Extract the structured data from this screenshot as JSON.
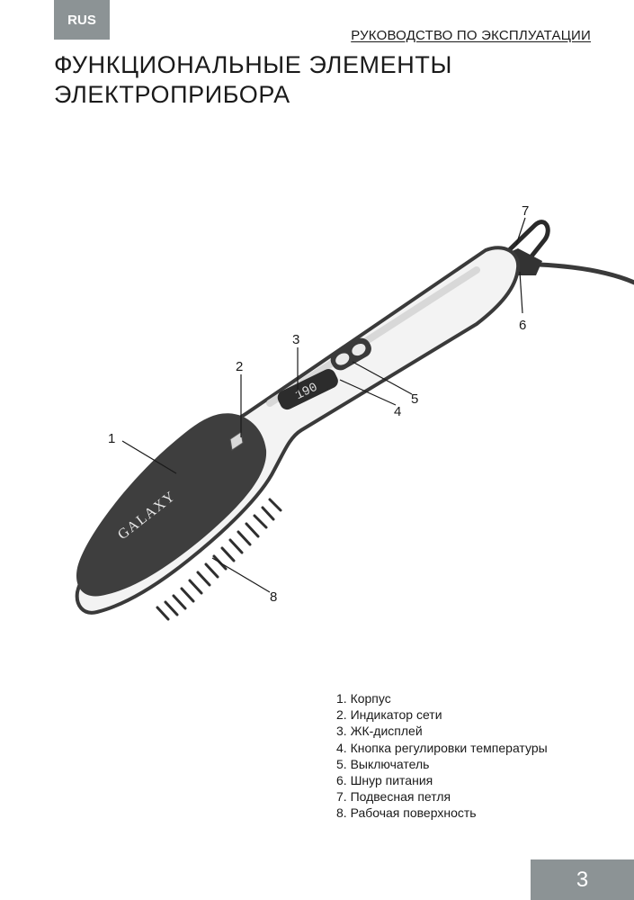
{
  "header": {
    "lang_tab": "RUS",
    "title": "РУКОВОДСТВО ПО ЭКСПЛУАТАЦИИ"
  },
  "heading": {
    "line1": "ФУНКЦИОНАЛЬНЫЕ ЭЛЕМЕНТЫ",
    "line2": "ЭЛЕКТРОПРИБОРА"
  },
  "illustration": {
    "brand_logo": "GALAXY",
    "display_readout": "190",
    "callouts": [
      "1",
      "2",
      "3",
      "4",
      "5",
      "6",
      "7",
      "8"
    ]
  },
  "parts": [
    "1. Корпус",
    "2. Индикатор сети",
    "3. ЖК-дисплей",
    "4. Кнопка регулировки температуры",
    "5. Выключатель",
    "6. Шнур питания",
    "7. Подвесная петля",
    "8. Рабочая поверхность"
  ],
  "footer": {
    "page_number": "3"
  },
  "colors": {
    "tab_gray": "#8c9395",
    "device_body": "#f2f2f2",
    "device_dark": "#3a3a3a"
  }
}
